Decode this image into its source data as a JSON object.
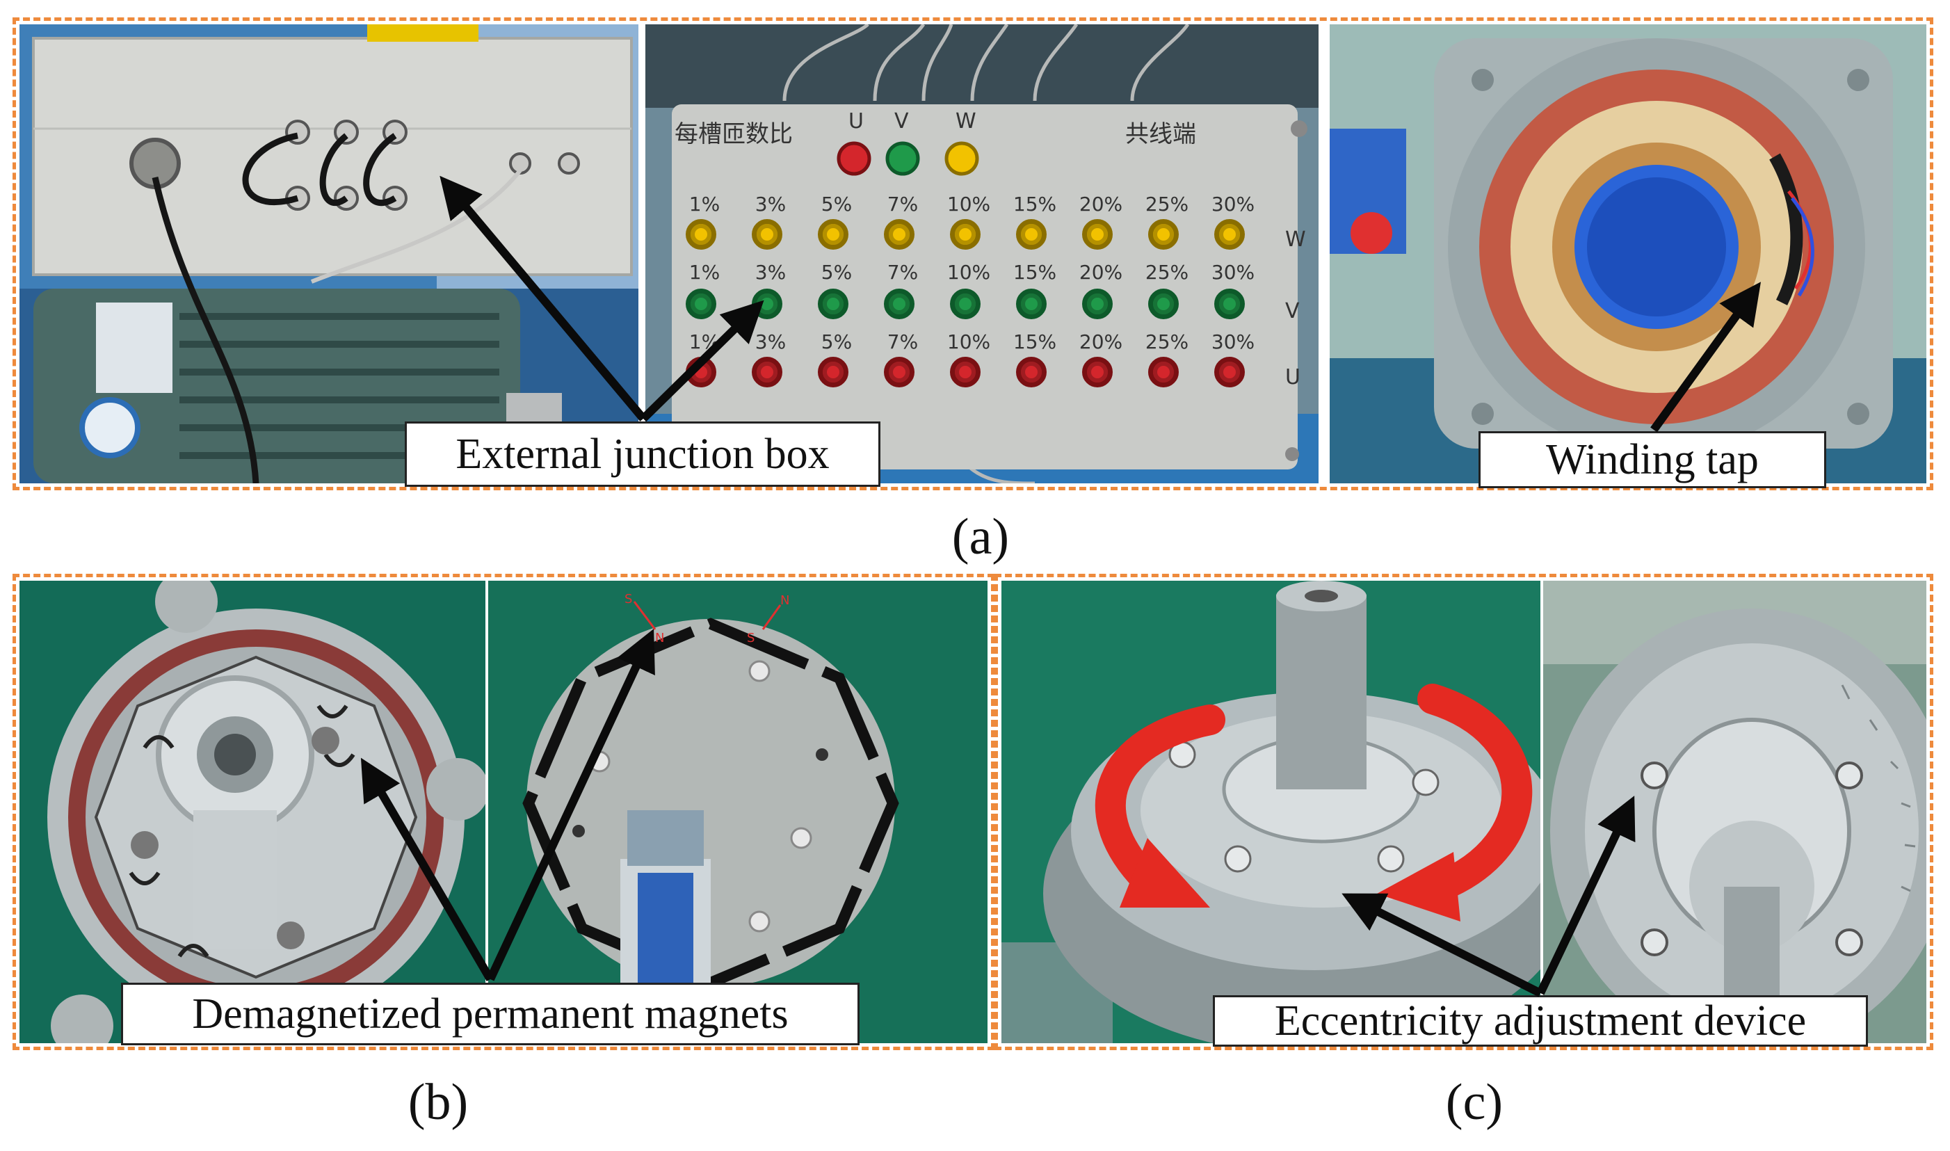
{
  "panels": {
    "a": {
      "caption": "(a)",
      "labels": {
        "junction": "External junction box",
        "winding": "Winding tap"
      },
      "board": {
        "title_left": "每槽匝数比",
        "title_right": "共线端",
        "phase_heads": [
          "U",
          "V",
          "W"
        ],
        "row_w_pct": [
          "1%",
          "3%",
          "5%",
          "7%",
          "10%",
          "15%",
          "20%",
          "25%",
          "30%"
        ],
        "row_v_pct": [
          "1%",
          "3%",
          "5%",
          "7%",
          "10%",
          "15%",
          "20%",
          "25%",
          "30%"
        ],
        "row_u_pct": [
          "1%",
          "3%",
          "5%",
          "7%",
          "10%",
          "15%",
          "20%",
          "25%",
          "30%"
        ],
        "row_tags": [
          "W",
          "V",
          "U"
        ]
      }
    },
    "b": {
      "caption": "(b)",
      "label": "Demagnetized permanent magnets"
    },
    "c": {
      "caption": "(c)",
      "label": "Eccentricity adjustment device"
    }
  },
  "colors": {
    "frame": "#ee8a3c",
    "terminal_yellow": "#f2c200",
    "terminal_green": "#1f9a4a",
    "terminal_red": "#d4262c",
    "green_mat": "#136b57",
    "arrow_red": "#e42a22"
  }
}
